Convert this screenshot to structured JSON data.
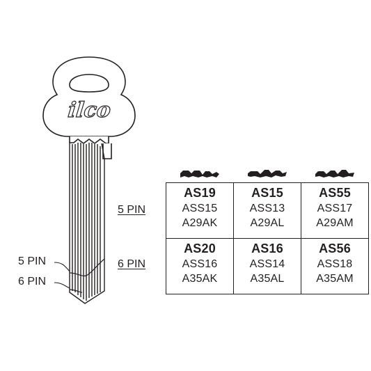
{
  "brand": "ilco",
  "table_labels": {
    "five_pin": "5 PIN",
    "six_pin": "6 PIN"
  },
  "blade_labels": {
    "five_pin": "5 PIN",
    "six_pin": "6 PIN"
  },
  "rows": [
    {
      "cells": [
        {
          "primary": "AS19",
          "secondary": "ASS15",
          "tertiary": "A29AK"
        },
        {
          "primary": "AS15",
          "secondary": "ASS13",
          "tertiary": "A29AL"
        },
        {
          "primary": "AS55",
          "secondary": "ASS17",
          "tertiary": "A29AM"
        }
      ]
    },
    {
      "cells": [
        {
          "primary": "AS20",
          "secondary": "ASS16",
          "tertiary": "A35AK"
        },
        {
          "primary": "AS16",
          "secondary": "ASS14",
          "tertiary": "A35AL"
        },
        {
          "primary": "AS56",
          "secondary": "ASS18",
          "tertiary": "A35AM"
        }
      ]
    }
  ],
  "colors": {
    "ink": "#231f20",
    "background": "#ffffff"
  }
}
